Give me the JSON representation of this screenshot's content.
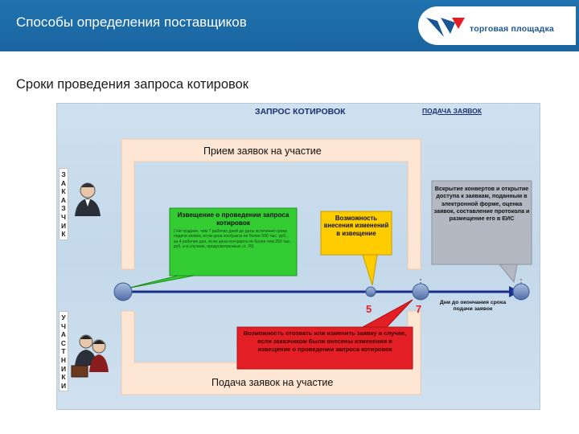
{
  "header": {
    "title": "Способы определения поставщиков",
    "logo_text": "торговая площадка",
    "bar_color": "#1a6aa8"
  },
  "slide": {
    "subtitle": "Сроки проведения запроса котировок"
  },
  "diagram": {
    "title": "ЗАПРОС КОТИРОВОК",
    "title_right": "ПОДАЧА ЗАЯВОК",
    "top_band_label": "Прием заявок на участие",
    "bottom_band_label": "Подача заявок на участие",
    "customer_label": [
      "З",
      "А",
      "К",
      "А",
      "З",
      "Ч",
      "И",
      "К"
    ],
    "participants_label": [
      "У",
      "Ч",
      "А",
      "С",
      "Т",
      "Н",
      "И",
      "К",
      "И"
    ],
    "green_box": {
      "title": "Извещение о проведении запроса котировок",
      "body": "( Не позднее, чем 7 рабочих дней до даты истечения срока подачи заявок, если цена контракта не более 500 тыс. руб., за 4 рабочих дня, если цена контракта не более чем 250 тыс. руб. и в случаях, предусмотренных ст. 76)"
    },
    "yellow_box": "Возможность внесения изменений в извещение",
    "grey_box": "Вскрытие конвертов и открытие доступа к заявкам, поданным в электронной форме, оценка заявок, составление протокола и размещение его в ЕИС",
    "red_box": "Возможность отозвать или изменить заявку в случае, если заказчиком были внесены изменения в извещение о проведении запроса котировок",
    "num_5": "5",
    "num_7": "7",
    "end_label": "Дни до окончания срока подачи заявок",
    "colors": {
      "timeline": "#1b2f8c",
      "node": "#6f8fc0",
      "green": "#33cc33",
      "yellow": "#ffcc00",
      "grey": "#b3b8c2",
      "red": "#e31e24",
      "band": "#fde6d4"
    }
  }
}
